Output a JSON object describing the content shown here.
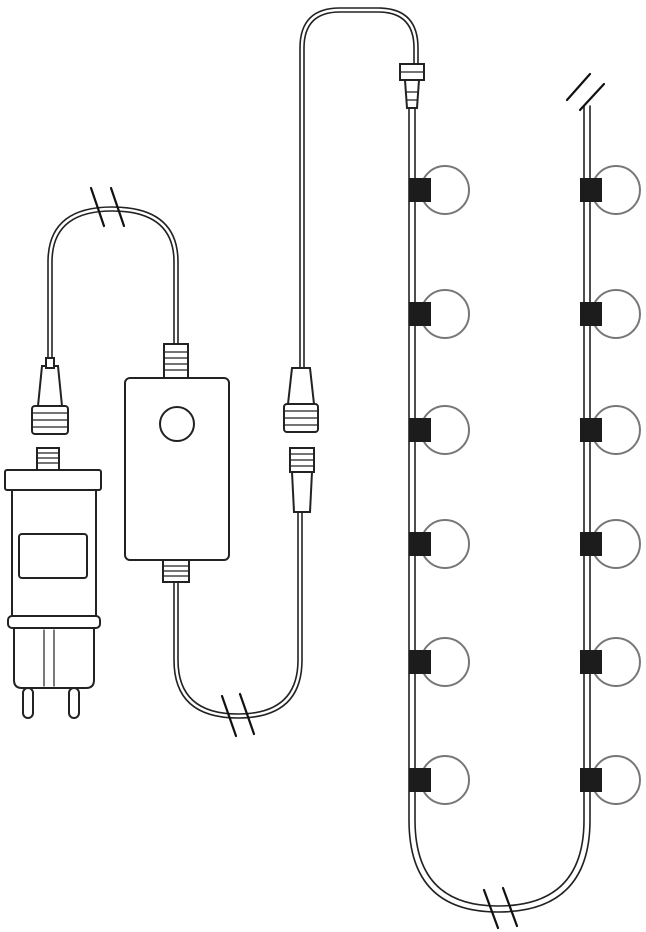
{
  "diagram": {
    "type": "led-string-light-set-illustration",
    "components": [
      "power-adapter",
      "controller-box",
      "lead-cable",
      "light-string"
    ],
    "bulbs_per_run": 6,
    "runs": 2,
    "colors": {
      "outline": "#222222",
      "bulb_outline": "#777777",
      "socket_fill": "#1c1c1c",
      "background": "#ffffff"
    }
  }
}
